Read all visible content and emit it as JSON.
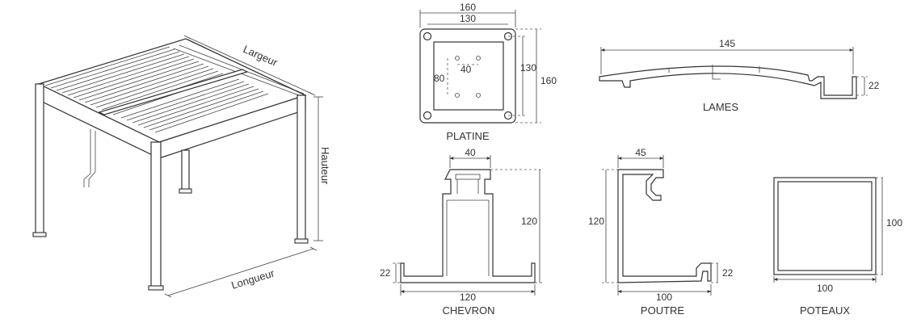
{
  "pergola": {
    "largeur_label": "Largeur",
    "hauteur_label": "Hauteur",
    "longueur_label": "Longueur"
  },
  "platine": {
    "title": "PLATINE",
    "dims": {
      "outer_width": "160",
      "inner_width": "130",
      "outer_height": "160",
      "inner_height": "130",
      "hole_x": "40",
      "hole_y": "80"
    }
  },
  "lames": {
    "title": "LAMES",
    "dims": {
      "width": "145",
      "height": "22"
    }
  },
  "chevron": {
    "title": "CHEVRON",
    "dims": {
      "top": "40",
      "height": "120",
      "flange": "22",
      "width": "120"
    }
  },
  "poutre": {
    "title": "POUTRE",
    "dims": {
      "top": "45",
      "height": "120",
      "flange": "22",
      "width": "100"
    }
  },
  "poteaux": {
    "title": "POTEAUX",
    "dims": {
      "height": "100",
      "width": "100"
    }
  }
}
